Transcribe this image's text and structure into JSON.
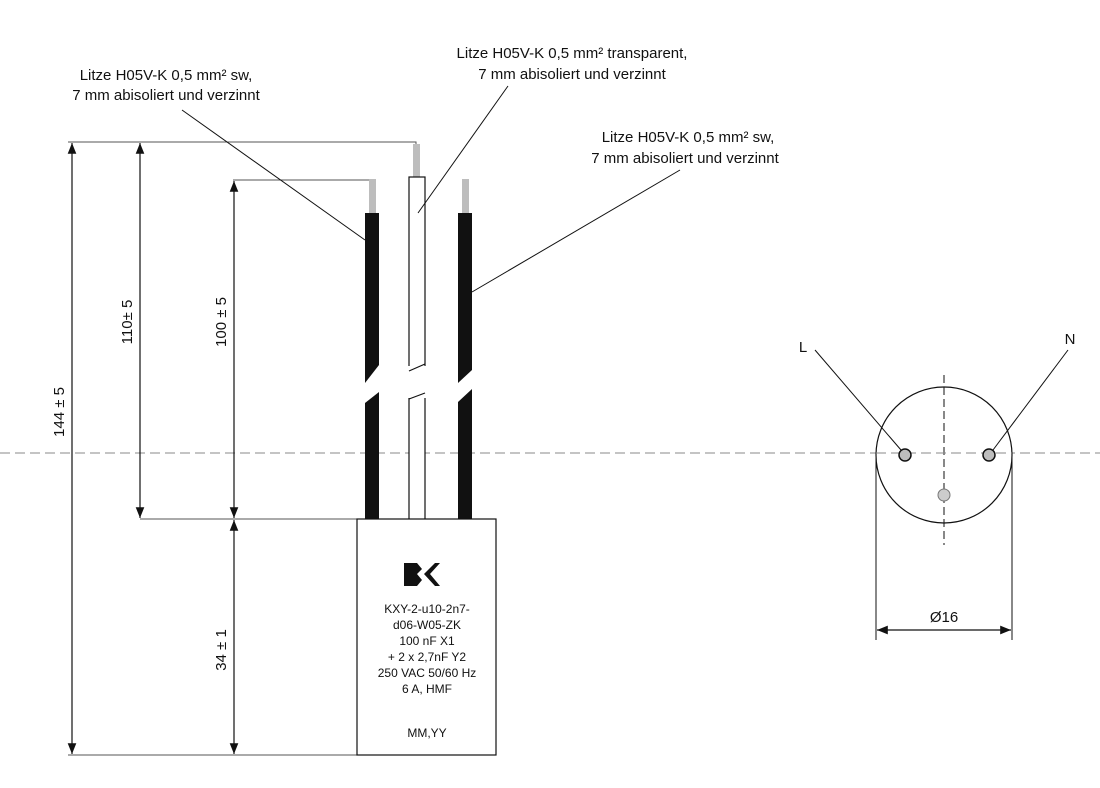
{
  "callouts": {
    "left_wire": [
      "Litze H05V-K 0,5 mm² sw,",
      "7 mm abisoliert und verzinnt"
    ],
    "middle_wire": [
      "Litze H05V-K 0,5 mm² transparent,",
      "7 mm abisoliert und verzinnt"
    ],
    "right_wire": [
      "Litze H05V-K 0,5 mm² sw,",
      "7 mm abisoliert und verzinnt"
    ]
  },
  "dimensions": {
    "overall": "144 ± 5",
    "middle_wire_length": "110± 5",
    "side_wire_length": "100 ± 5",
    "body_height": "34 ± 1",
    "diameter": "Ø16"
  },
  "component": {
    "logo": "BK",
    "lines": [
      "KXY-2-u10-2n7-",
      "d06-W05-ZK",
      "100 nF X1",
      "+ 2 x 2,7nF Y2",
      "250 VAC 50/60 Hz",
      "6 A, HMF"
    ],
    "date_code": "MM,YY"
  },
  "pins": {
    "left": "L",
    "right": "N"
  },
  "colors": {
    "line": "#111111",
    "wire_black": "#111111",
    "tinned_end": "#bdbdbd",
    "center_line": "#888888"
  }
}
